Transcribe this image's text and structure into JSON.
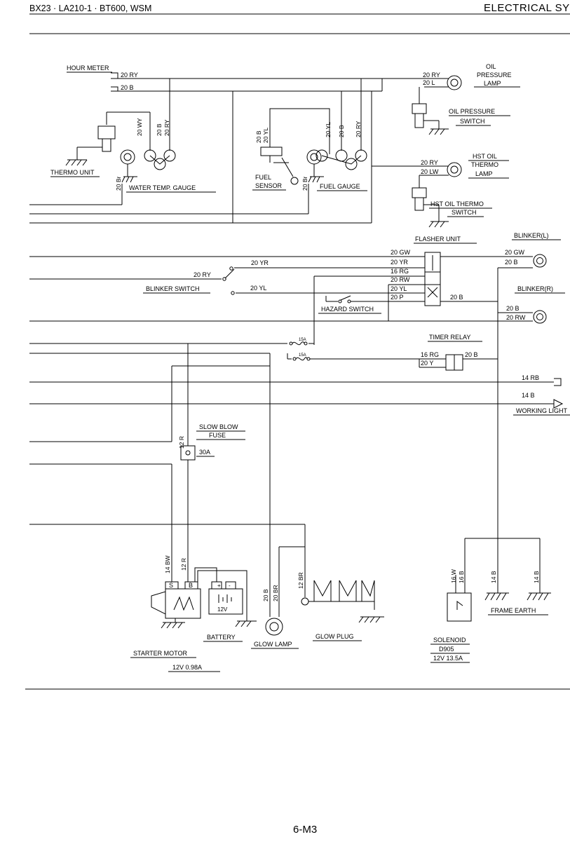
{
  "header": {
    "title_left": "BX23 · LA210-1 · BT600, WSM",
    "title_right": "ELECTRICAL SY"
  },
  "footer": {
    "page_number": "6-M3"
  },
  "labels": {
    "hour_meter": "HOUR METER",
    "thermo_unit": "THERMO UNIT",
    "water_temp_gauge": "WATER TEMP. GAUGE",
    "fuel": "FUEL",
    "sensor": "SENSOR",
    "fuel_gauge": "FUEL GAUGE",
    "oil": "OIL",
    "pressure": "PRESSURE",
    "lamp": "LAMP",
    "oil_pressure": "OIL PRESSURE",
    "switch": "SWITCH",
    "hst_oil": "HST OIL",
    "thermo": "THERMO",
    "hst_oil_thermo": "HST OIL THERMO",
    "flasher_unit": "FLASHER UNIT",
    "blinker_l": "BLINKER(L)",
    "blinker_r": "BLINKER(R)",
    "blinker_switch": "BLINKER SWITCH",
    "hazard_switch": "HAZARD SWITCH",
    "timer_relay": "TIMER RELAY",
    "working_light": "WORKING LIGHT",
    "slow_blow": "SLOW BLOW",
    "fuse": "FUSE",
    "fuse_30a": "30A",
    "fuse_15a": "15A",
    "battery": "BATTERY",
    "starter_motor": "STARTER MOTOR",
    "starter_rating": "12V 0.98A",
    "glow_lamp": "GLOW LAMP",
    "glow_plug": "GLOW PLUG",
    "frame_earth": "FRAME EARTH",
    "solenoid": "SOLENOID",
    "solenoid_model": "D905",
    "solenoid_rating": "12V 13.5A",
    "battery_voltage": "12V",
    "term_s": "S",
    "term_b": "B",
    "plus": "+",
    "minus": "-"
  },
  "wires": {
    "w20ry": "20 RY",
    "w20b": "20 B",
    "w20l": "20 L",
    "w20wy": "20 WY",
    "w20br_small": "20 Br",
    "w20yl": "20 YL",
    "w20lw": "20 LW",
    "w20gw": "20 GW",
    "w20yr": "20 YR",
    "w16rg": "16 RG",
    "w20rw": "20 RW",
    "w20p": "20 P",
    "w20y": "20 Y",
    "w14rb": "14 RB",
    "w14b": "14 B",
    "w12r": "12 R",
    "w14bw": "14 BW",
    "w20br": "20 BR",
    "w12br": "12 BR",
    "w16w": "16 W",
    "w16b": "16 B"
  }
}
